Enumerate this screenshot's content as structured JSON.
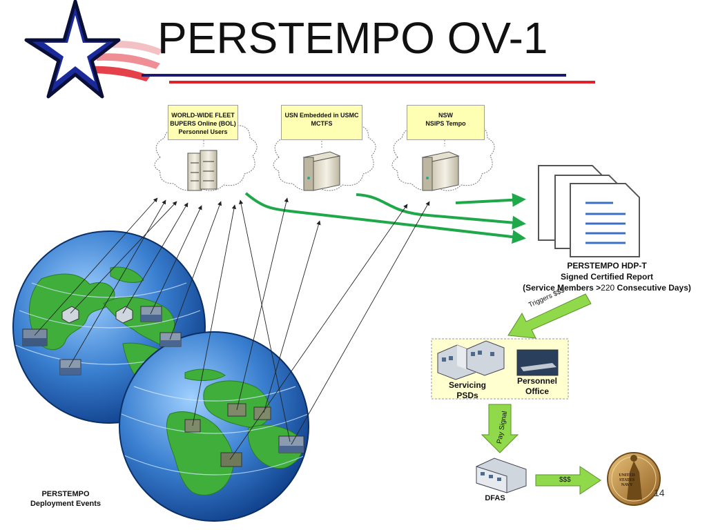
{
  "title": "PERSTEMPO OV-1",
  "systems": [
    {
      "label": "WORLD-WIDE FLEET\nBUPERS Online (BOL)\nPersonnel Users"
    },
    {
      "label": "USN Embedded in USMC\nMCTFS"
    },
    {
      "label": "NSW\nNSIPS Tempo"
    }
  ],
  "report": {
    "line1": "PERSTEMPO HDP-T",
    "line2": "Signed Certified Report",
    "line3_pre": "(Service Members >",
    "line3_num": "220",
    "line3_post": "Consecutive Days)"
  },
  "arrows": {
    "triggers": "Triggers $$$",
    "pay_signal": "Pay Signal",
    "money": "$$$"
  },
  "office": {
    "psd_label": "Servicing\nPSDs",
    "personnel_label": "Personnel\nOffice"
  },
  "dfas_label": "DFAS",
  "deployment_label": "PERSTEMPO\nDeployment Events",
  "seal_text": "UNITED\nSTATES\nNAVY",
  "page_number": "14",
  "colors": {
    "green_arrow": "#1fa84a",
    "box_fill": "#ffffb3",
    "star_blue": "#1a2a9c",
    "stripe_red": "#e0202a",
    "stripe_navy": "#1b1a6e",
    "globe_blue": "#2f6fc0",
    "land_green": "#3fae3a"
  }
}
